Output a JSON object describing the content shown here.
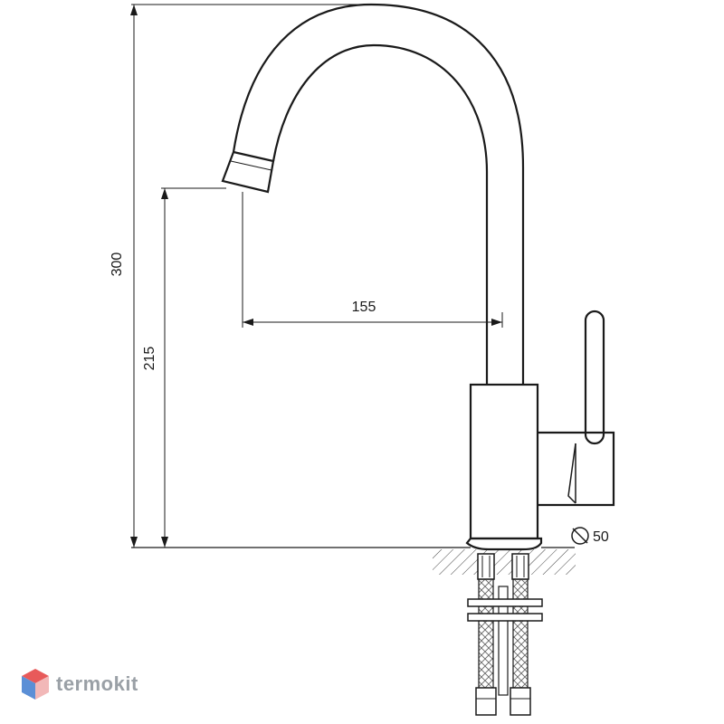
{
  "dimensions": {
    "total_height": "300",
    "spout_height": "215",
    "spout_reach": "155",
    "base_diameter": "50"
  },
  "watermark": {
    "text": "termokit",
    "colors": {
      "top": "#e85a5a",
      "left": "#5b8fd6",
      "right": "#f2b8b8"
    }
  }
}
